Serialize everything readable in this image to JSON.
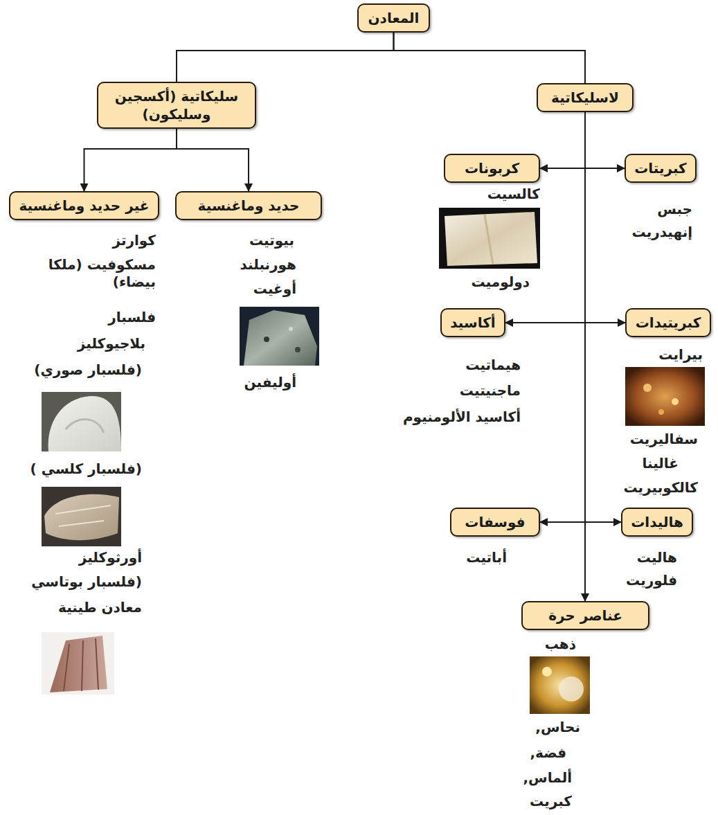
{
  "diagram": {
    "nodes": [
      {
        "text": [
          "المعادن"
        ]
      },
      {
        "text": [
          "لاسليكاتية"
        ]
      },
      {
        "text": [
          "سليكاتية (أكسجين وسليكون)"
        ]
      },
      {
        "text": [
          "حديد وماغنسية"
        ]
      },
      {
        "text": [
          "غير حديد وماغنسية"
        ]
      },
      {
        "text": [
          "كبريتات"
        ]
      },
      {
        "text": [
          "كربونات"
        ]
      },
      {
        "text": [
          "كبريتيدات"
        ]
      },
      {
        "text": [
          "أكاسيد"
        ]
      },
      {
        "text": [
          "هاليدات"
        ]
      },
      {
        "text": [
          "فوسفات"
        ]
      },
      {
        "text": [
          "عناصر حرة"
        ]
      }
    ],
    "edges": [
      {
        "from": 0,
        "to": 1,
        "arrow": "none"
      },
      {
        "from": 0,
        "to": 2,
        "arrow": "none"
      },
      {
        "from": 2,
        "to": 3,
        "arrow": "to"
      },
      {
        "from": 2,
        "to": 4,
        "arrow": "to"
      },
      {
        "from": 1,
        "to": 5,
        "arrow": "to"
      },
      {
        "from": 1,
        "to": 6,
        "arrow": "to"
      },
      {
        "from": 1,
        "to": 7,
        "arrow": "to"
      },
      {
        "from": 1,
        "to": 8,
        "arrow": "to"
      },
      {
        "from": 1,
        "to": 9,
        "arrow": "to"
      },
      {
        "from": 1,
        "to": 10,
        "arrow": "to"
      },
      {
        "from": 1,
        "to": 11,
        "arrow": "to"
      }
    ],
    "labels": [
      "جبس",
      "إنهيدريت",
      "كالسيت",
      "دولوميت",
      "بيرايت",
      "سفاليريت",
      "غالينا",
      "كالكوبيريت",
      "هيماتيت",
      "ماجنيتيت",
      "أكاسيد الألومنيوم",
      "هاليت",
      "فلوريت",
      "أباتيت",
      "ذهب",
      "نحاس,",
      "فضة,",
      "ألماس,",
      "كبريت",
      "بيوتيت",
      "هورنبلند",
      "أوغيت",
      "أوليفين",
      "كوارتز",
      "مسكوفيت (ملكا بيضاء)",
      "فلسبار",
      "بلاجيوكليز",
      "(فلسبار صوري)",
      "(فلسبار كلسي )",
      "أورثوكليز",
      "(فلسبار بوتاسي",
      "معادن طينية"
    ]
  }
}
